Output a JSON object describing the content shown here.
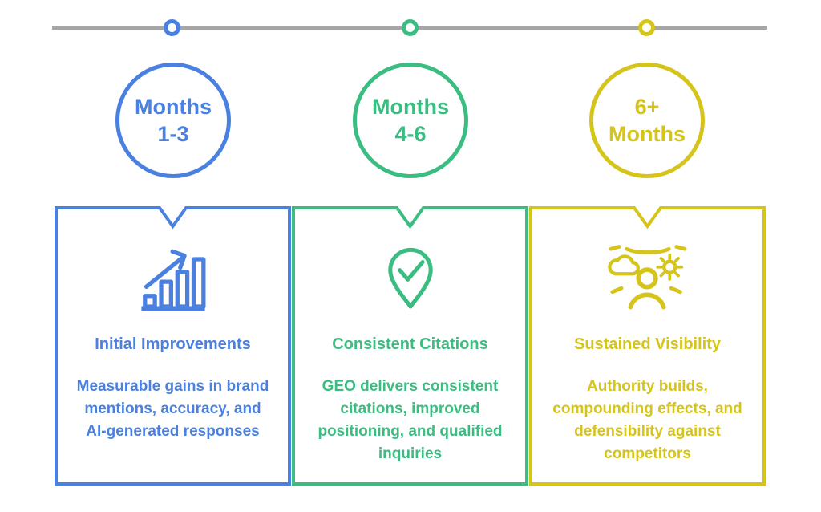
{
  "timeline": {
    "color": "#a6a6a6"
  },
  "phases": [
    {
      "id": "phase-1",
      "color": "#4a80e0",
      "circle_label": "Months\n1-3",
      "heading": "Initial Improvements",
      "body": "Measurable gains in brand\nmentions, accuracy, and\nAI-generated responses",
      "icon": "bar-chart-growth-icon"
    },
    {
      "id": "phase-2",
      "color": "#3bbd82",
      "circle_label": "Months\n4-6",
      "heading": "Consistent Citations",
      "body": "GEO delivers consistent\ncitations, improved\npositioning, and qualified\ninquiries",
      "icon": "checkmark-pin-icon"
    },
    {
      "id": "phase-3",
      "color": "#d5c41a",
      "circle_label": "6+\nMonths",
      "heading": "Sustained Visibility",
      "body": "Authority builds,\ncompounding effects, and\ndefensibility against\ncompetitors",
      "icon": "person-visibility-icon"
    }
  ]
}
